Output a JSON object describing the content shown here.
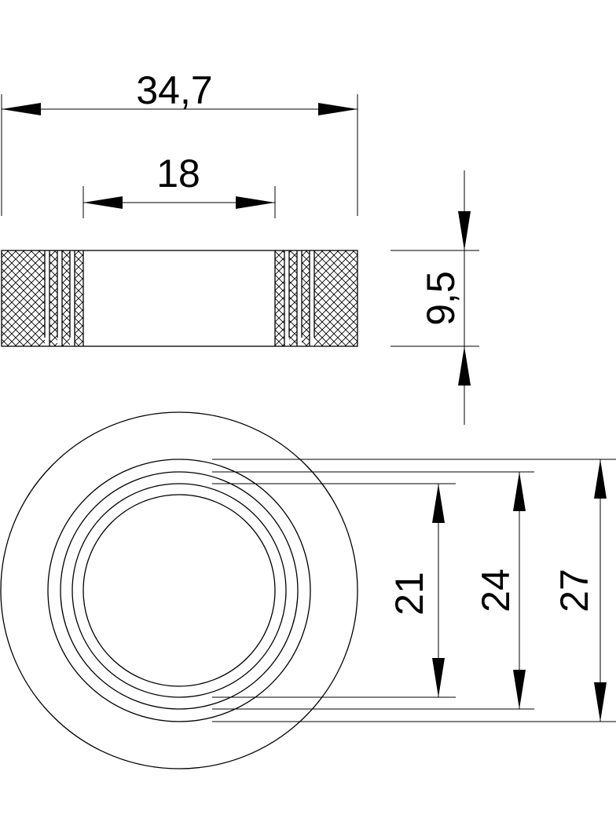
{
  "drawing": {
    "dimensions": {
      "outer_width": "34,7",
      "inner_width": "18",
      "height": "9,5",
      "dia_inner": "21",
      "dia_mid": "24",
      "dia_outer": "27"
    },
    "colors": {
      "line": "#000000",
      "background": "#ffffff"
    }
  }
}
